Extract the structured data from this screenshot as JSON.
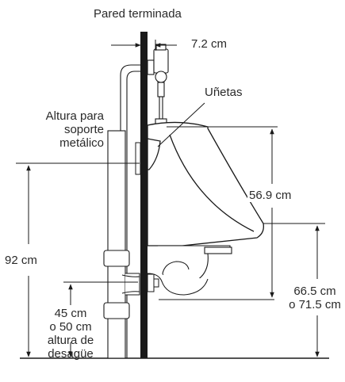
{
  "diagram": {
    "labels": {
      "finished_wall": "Pared terminada",
      "wall_offset": "7.2 cm",
      "lugs": "Uñetas",
      "bracket_height": [
        "Altura para",
        "soporte",
        "metálico"
      ],
      "bracket_to_floor": "92 cm",
      "lug_to_rim": "56.9 cm",
      "rim_height": [
        "66.5 cm",
        "o 71.5 cm"
      ],
      "drain_height": [
        "45 cm",
        "o 50 cm",
        "altura de",
        "desagüe"
      ]
    },
    "colors": {
      "line": "#1a1a1a",
      "wall": "#1a1a1a"
    }
  }
}
